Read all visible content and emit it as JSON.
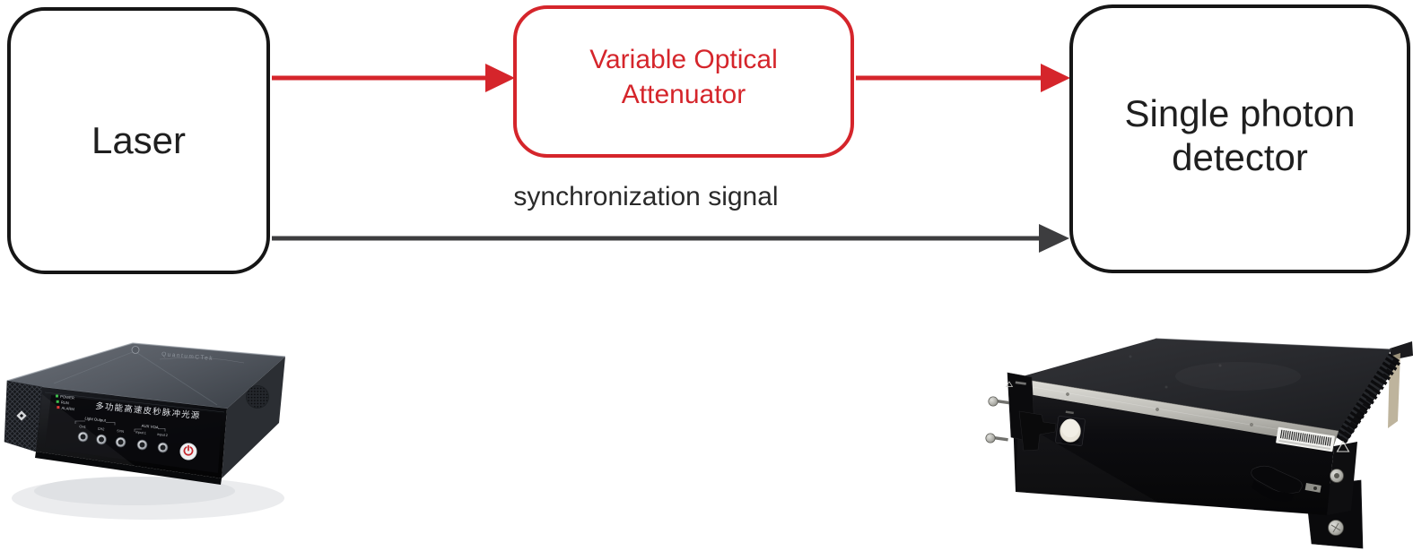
{
  "blocks": {
    "laser": {
      "label": "Laser"
    },
    "attenuator": {
      "line1": "Variable Optical",
      "line2": "Attenuator"
    },
    "detector": {
      "line1": "Single photon",
      "line2": "detector"
    }
  },
  "connections": {
    "sync_label": "synchronization signal"
  },
  "colors": {
    "optical_path": "#d5252b",
    "sync_line": "#3d3d3f",
    "box_border": "#161616"
  },
  "laser_device": {
    "brand": "QuantumCTek",
    "panel_title": "多功能高速皮秒脉冲光源",
    "leds": [
      {
        "label": "POWER",
        "color": "#3fbf4d"
      },
      {
        "label": "RUN",
        "color": "#3fbf4d"
      },
      {
        "label": "ALARM",
        "color": "#e03a36"
      }
    ],
    "port_groups": [
      {
        "label": "Light Output",
        "ports": [
          "CH1",
          "CH2",
          "SYN"
        ]
      },
      {
        "label": "AUX VOA",
        "ports": [
          "Input 1",
          "Input 2"
        ]
      }
    ]
  }
}
